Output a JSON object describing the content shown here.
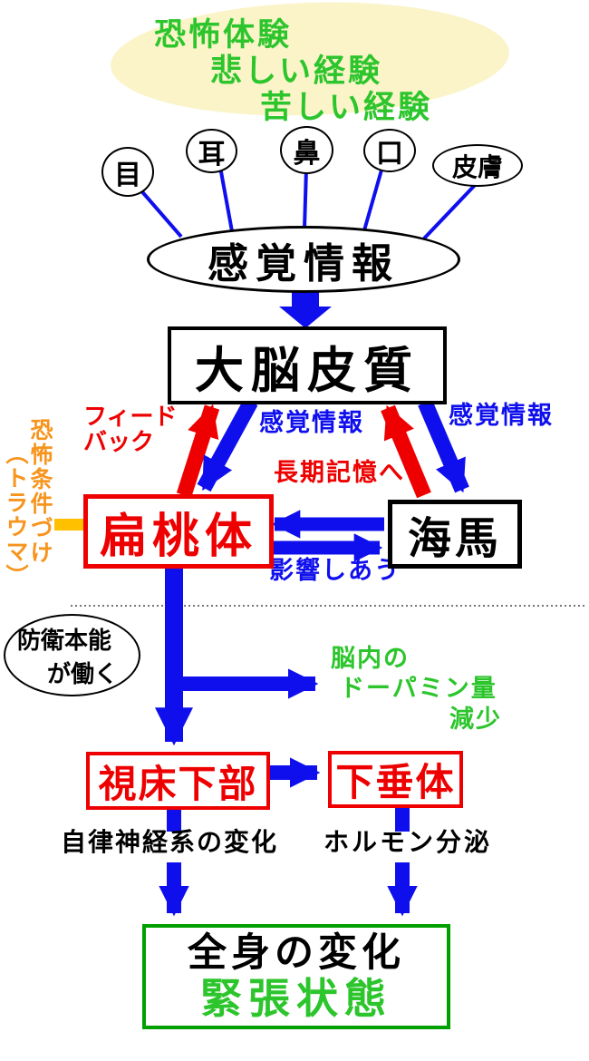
{
  "cloud": {
    "line1": "恐怖体験",
    "line2": "悲しい経験",
    "line3": "苦しい経験"
  },
  "organs": {
    "eye": "目",
    "ear": "耳",
    "nose": "鼻",
    "mouth": "口",
    "skin": "皮膚"
  },
  "sensory_oval": "感覚情報",
  "cortex": "大脳皮質",
  "arrow_labels": {
    "feedback_line1": "フィード",
    "feedback_line2": "バック",
    "sensory_left": "感覚情報",
    "sensory_right": "感覚情報",
    "long_term_memory": "長期記憶へ",
    "mutual_influence": "影響しあう"
  },
  "amygdala": "扁桃体",
  "hippocampus": "海馬",
  "fear_conditioning": {
    "main": "恐怖条件づけ",
    "paren": "（トラウマ）"
  },
  "defense": {
    "line1": "防衛本能",
    "line2": "が働く"
  },
  "dopamine": {
    "line1": "脳内の",
    "line2": "ドーパミン量",
    "line3": "減少"
  },
  "hypothalamus": "視床下部",
  "pituitary": "下垂体",
  "autonomic_label": "自律神経系の変化",
  "hormone_label": "ホルモン分泌",
  "result": {
    "line1": "全身の変化",
    "line2": "緊張状態"
  },
  "colors": {
    "blue": "#0f0fee",
    "red": "#ee0000",
    "green_text": "#2cc52c",
    "green_border": "#00a000",
    "orange_text": "#f7941d",
    "orange_bar": "#ffc000",
    "cloud_bg": "#faf4c8"
  }
}
